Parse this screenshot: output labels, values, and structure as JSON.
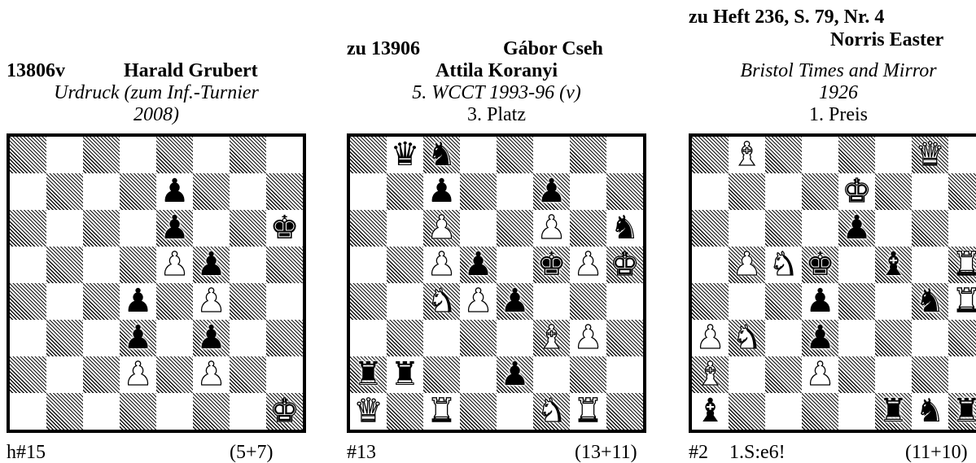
{
  "problems": [
    {
      "header_lines": [
        {
          "text": "13806v",
          "bold": true
        },
        {
          "text": "Harald Grubert",
          "bold": true
        },
        {
          "text": "Urdruck (zum Inf.-Turnier",
          "italic": true
        },
        {
          "text": "2008)",
          "italic": true
        }
      ],
      "stipulation": "h#15",
      "count": "(5+7)",
      "solution": "",
      "pieces": [
        {
          "sq": "e7",
          "p": "bp"
        },
        {
          "sq": "e6",
          "p": "bp"
        },
        {
          "sq": "h6",
          "p": "bk"
        },
        {
          "sq": "e5",
          "p": "wp"
        },
        {
          "sq": "f5",
          "p": "bp"
        },
        {
          "sq": "d4",
          "p": "bp"
        },
        {
          "sq": "f4",
          "p": "wp"
        },
        {
          "sq": "d3",
          "p": "bp"
        },
        {
          "sq": "f3",
          "p": "bp"
        },
        {
          "sq": "d2",
          "p": "wp"
        },
        {
          "sq": "f2",
          "p": "wp"
        },
        {
          "sq": "h1",
          "p": "wk"
        }
      ]
    },
    {
      "header_lines": [
        {
          "text": "zu 13906",
          "bold": true
        },
        {
          "text": "Gábor Cseh",
          "bold": true
        },
        {
          "text": "Attila Koranyi",
          "bold": true
        },
        {
          "text": "5. WCCT 1993-96 (v)",
          "italic": true
        },
        {
          "text": "3. Platz",
          "italic": false
        }
      ],
      "stipulation": "#13",
      "count": "(13+11)",
      "solution": "",
      "pieces": [
        {
          "sq": "b8",
          "p": "bq"
        },
        {
          "sq": "c8",
          "p": "bn"
        },
        {
          "sq": "c7",
          "p": "bp"
        },
        {
          "sq": "f7",
          "p": "bp"
        },
        {
          "sq": "c6",
          "p": "wp"
        },
        {
          "sq": "f6",
          "p": "wp"
        },
        {
          "sq": "h6",
          "p": "bn"
        },
        {
          "sq": "c5",
          "p": "wp"
        },
        {
          "sq": "d5",
          "p": "bp"
        },
        {
          "sq": "f5",
          "p": "bk"
        },
        {
          "sq": "g5",
          "p": "wp"
        },
        {
          "sq": "h5",
          "p": "wk"
        },
        {
          "sq": "c4",
          "p": "wn"
        },
        {
          "sq": "d4",
          "p": "wp"
        },
        {
          "sq": "e4",
          "p": "bp"
        },
        {
          "sq": "f3",
          "p": "wb"
        },
        {
          "sq": "g3",
          "p": "wp"
        },
        {
          "sq": "a2",
          "p": "br"
        },
        {
          "sq": "b2",
          "p": "br"
        },
        {
          "sq": "e2",
          "p": "bp"
        },
        {
          "sq": "a1",
          "p": "wq"
        },
        {
          "sq": "c1",
          "p": "wr"
        },
        {
          "sq": "f1",
          "p": "wn"
        },
        {
          "sq": "g1",
          "p": "wr"
        }
      ]
    },
    {
      "header_lines": [
        {
          "text": "zu Heft 236, S. 79, Nr. 4",
          "bold": true
        },
        {
          "text": "Norris Easter",
          "bold": true
        },
        {
          "text": "Bristol Times and Mirror",
          "italic": true
        },
        {
          "text": "1926",
          "italic": true
        },
        {
          "text": "1. Preis",
          "italic": false
        }
      ],
      "stipulation": "#2",
      "count": "(11+10)",
      "solution": "1.S:e6!",
      "pieces": [
        {
          "sq": "b8",
          "p": "wb"
        },
        {
          "sq": "g8",
          "p": "wq"
        },
        {
          "sq": "e7",
          "p": "wk"
        },
        {
          "sq": "e6",
          "p": "bp"
        },
        {
          "sq": "b5",
          "p": "wp"
        },
        {
          "sq": "c5",
          "p": "wn"
        },
        {
          "sq": "d5",
          "p": "bk"
        },
        {
          "sq": "f5",
          "p": "bb"
        },
        {
          "sq": "h5",
          "p": "wr"
        },
        {
          "sq": "d4",
          "p": "bp"
        },
        {
          "sq": "g4",
          "p": "bn"
        },
        {
          "sq": "h4",
          "p": "wr"
        },
        {
          "sq": "a3",
          "p": "wp"
        },
        {
          "sq": "b3",
          "p": "wn"
        },
        {
          "sq": "d3",
          "p": "bp"
        },
        {
          "sq": "a2",
          "p": "wb"
        },
        {
          "sq": "d2",
          "p": "wp"
        },
        {
          "sq": "a1",
          "p": "bb"
        },
        {
          "sq": "f1",
          "p": "br"
        },
        {
          "sq": "g1",
          "p": "bn"
        },
        {
          "sq": "h1",
          "p": "br"
        }
      ]
    }
  ]
}
